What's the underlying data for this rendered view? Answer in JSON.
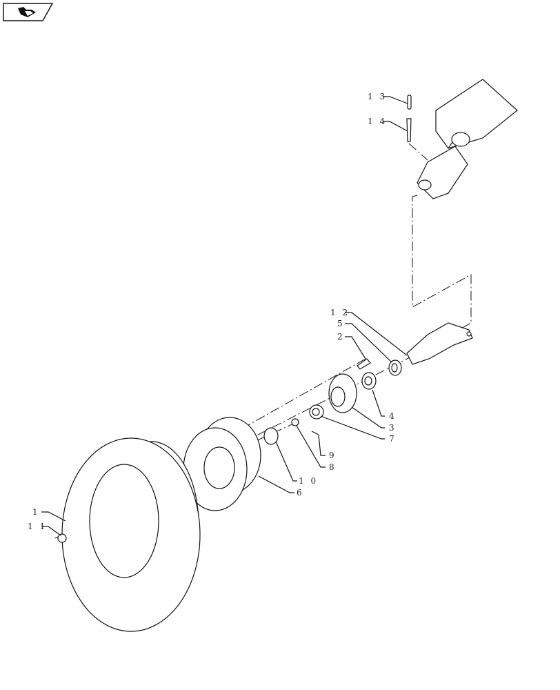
{
  "nav_icon": "back-to-index-icon",
  "callouts": [
    {
      "id": "13",
      "text": "1 3"
    },
    {
      "id": "14",
      "text": "1 4"
    },
    {
      "id": "12",
      "text": "1 2"
    },
    {
      "id": "5",
      "text": "5"
    },
    {
      "id": "2",
      "text": "2"
    },
    {
      "id": "4",
      "text": "4"
    },
    {
      "id": "3",
      "text": "3"
    },
    {
      "id": "7",
      "text": "7"
    },
    {
      "id": "9",
      "text": "9"
    },
    {
      "id": "8",
      "text": "8"
    },
    {
      "id": "10",
      "text": "1 0"
    },
    {
      "id": "6",
      "text": "6"
    },
    {
      "id": "1",
      "text": "1"
    },
    {
      "id": "11",
      "text": "1 1"
    }
  ]
}
